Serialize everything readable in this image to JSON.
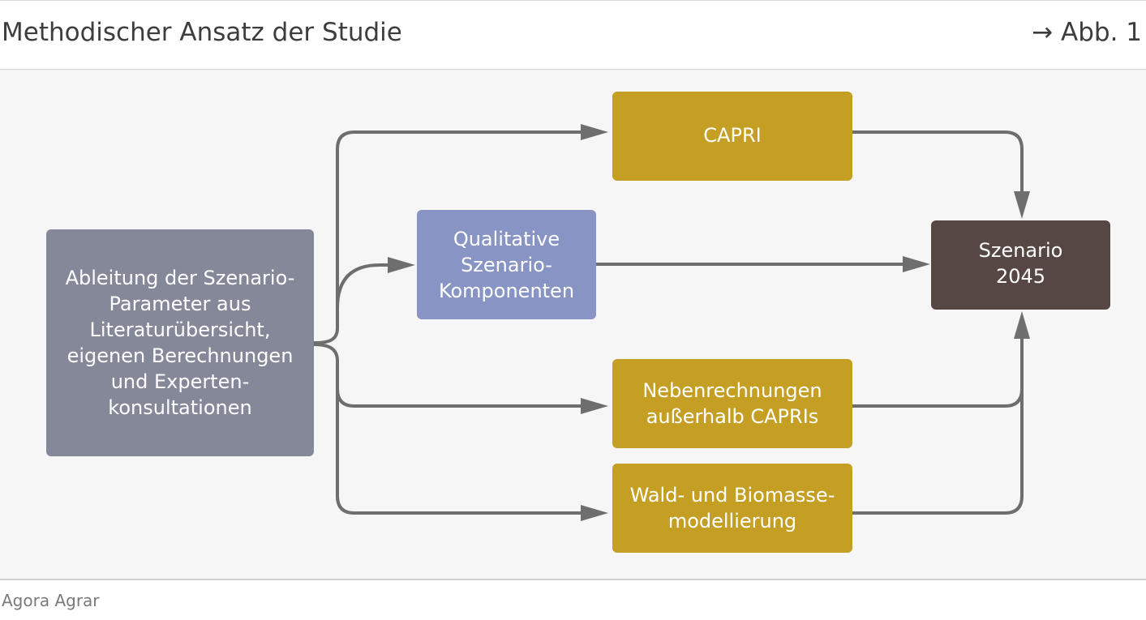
{
  "header": {
    "title": "Methodischer Ansatz der Studie",
    "figure_ref": "→ Abb. 1"
  },
  "diagram": {
    "source_box": "Ableitung der Szenario-\nParameter aus\nLiteraturübersicht,\neigenen Berechnungen\nund Experten-\nkonsultationen",
    "qualitative_box": "Qualitative\nSzenario-\nKomponenten",
    "capri_box": "CAPRI",
    "nebenrechnungen_box": "Nebenrechnungen\naußerhalb CAPRIs",
    "wald_box": "Wald- und Biomasse-\nmodellierung",
    "result_box": "Szenario\n2045"
  },
  "colors": {
    "source_box": "#858898",
    "qualitative_box": "#8794c4",
    "model_boxes": "#c49f24",
    "result_box": "#574744",
    "arrows": "#6e6e6e",
    "panel_background": "#f6f6f6"
  },
  "footer": {
    "source": "Agora Agrar"
  }
}
